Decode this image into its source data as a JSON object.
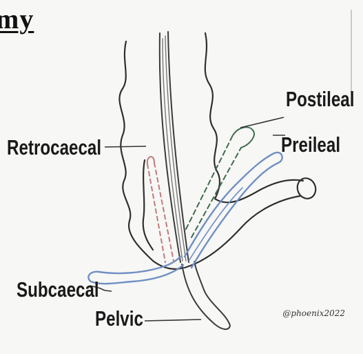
{
  "title": "my",
  "labels": {
    "postileal": "Postileal",
    "preileal": "Preileal",
    "retrocaecal": "Retrocaecal",
    "subcaecal": "Subcaecal",
    "pelvic": "Pelvic"
  },
  "credit": "@phoenix2022",
  "colors": {
    "outline": "#2f2f2f",
    "blue_appendix": "#6f8fc4",
    "green_dashed": "#3d6b4c",
    "red_dashed": "#c07a7a",
    "background": "#f7f7f5"
  }
}
